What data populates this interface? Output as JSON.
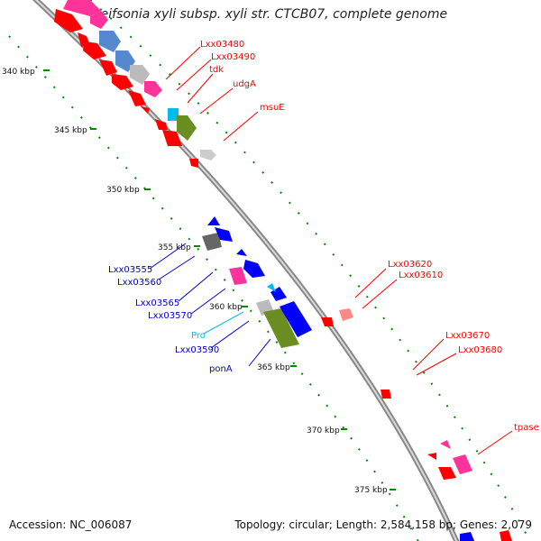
{
  "title": "Leifsonia xyli subsp. xyli str. CTCB07, complete genome",
  "footer": {
    "accession": "Accession: NC_006087",
    "topology": "Topology: circular; Length: 2,584,158 bp; Genes: 2,079"
  },
  "colors": {
    "red": "#ff0000",
    "pink": "#ff3399",
    "blue": "#0000ff",
    "steel": "#5588cc",
    "olive": "#6b8e23",
    "cyan": "#00bbee",
    "grey": "#bbbbbb",
    "darkgrey": "#666666",
    "green_tick": "#008800"
  },
  "scale_labels": [
    "340 kbp",
    "345 kbp",
    "350 kbp",
    "355 kbp",
    "360 kbp",
    "365 kbp",
    "370 kbp",
    "375 kbp"
  ],
  "gene_labels_red": [
    "Lxx03480",
    "Lxx03490",
    "tdk",
    "udgA",
    "msuE",
    "Lxx03620",
    "Lxx03610",
    "Lxx03670",
    "Lxx03680",
    "tpase"
  ],
  "gene_labels_blue": [
    "Lxx03555",
    "Lxx03560",
    "Lxx03565",
    "Lxx03570",
    "Lxx03590",
    "ponA"
  ],
  "gene_labels_cyan": [
    "Pro"
  ]
}
